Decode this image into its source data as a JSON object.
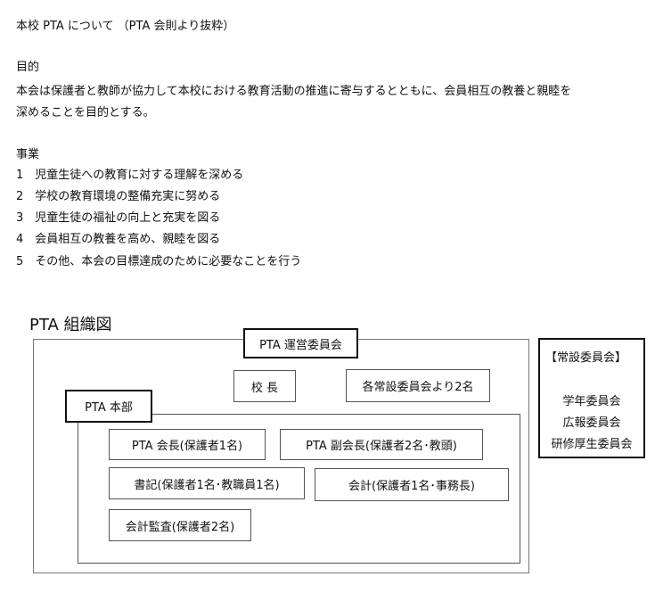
{
  "doc_title": "本校 PTA について （PTA 会則より抜粋）",
  "purpose": {
    "heading": "目的",
    "lines": [
      "本会は保護者と教師が協力して本校における教育活動の推進に寄与するとともに、会員相互の教養と親睦を",
      "深めることを目的とする。"
    ]
  },
  "business": {
    "heading": "事業",
    "items": [
      "1　児童生徒への教育に対する理解を深める",
      "2　学校の教育環境の整備充実に努める",
      "3　児童生徒の福祉の向上と充実を図る",
      "4　会員相互の教養を高め、親睦を図る",
      "5　その他、本会の目標達成のために必要なことを行う"
    ]
  },
  "org_chart": {
    "title": "PTA 組織図",
    "steering_committee": "PTA 運営委員会",
    "principal": "校 長",
    "committee_reps": "各常設委員会より2名",
    "hq": "PTA 本部",
    "president": "PTA 会長(保護者1名)",
    "vice_president": "PTA 副会長(保護者2名･教頭)",
    "secretary": "書記(保護者1名･教職員1名)",
    "treasurer": "会計(保護者1名･事務長)",
    "auditor": "会計監査(保護者2名)",
    "standing": {
      "heading": "【常設委員会】",
      "items": [
        "学年委員会",
        "広報委員会",
        "研修厚生委員会"
      ]
    }
  }
}
